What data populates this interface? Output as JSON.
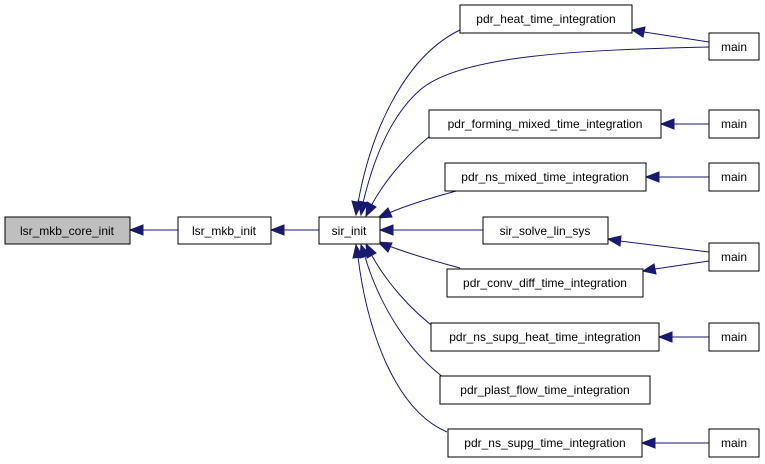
{
  "graph": {
    "colors": {
      "edge": "#191970",
      "root_fill": "#bfbfbf",
      "node_fill": "#ffffff",
      "border": "#000000"
    },
    "nodes": {
      "lsr_mkb_core_init": "lsr_mkb_core_init",
      "lsr_mkb_init": "lsr_mkb_init",
      "sir_init": "sir_init",
      "pdr_heat_time_integration": "pdr_heat_time_integration",
      "pdr_forming_mixed_time_integration": "pdr_forming_mixed_time_integration",
      "pdr_ns_mixed_time_integration": "pdr_ns_mixed_time_integration",
      "sir_solve_lin_sys": "sir_solve_lin_sys",
      "pdr_conv_diff_time_integration": "pdr_conv_diff_time_integration",
      "pdr_ns_supg_heat_time_integration": "pdr_ns_supg_heat_time_integration",
      "pdr_plast_flow_time_integration": "pdr_plast_flow_time_integration",
      "pdr_ns_supg_time_integration": "pdr_ns_supg_time_integration",
      "main_1": "main",
      "main_2": "main",
      "main_3": "main",
      "main_4": "main",
      "main_5": "main",
      "main_6": "main"
    }
  }
}
